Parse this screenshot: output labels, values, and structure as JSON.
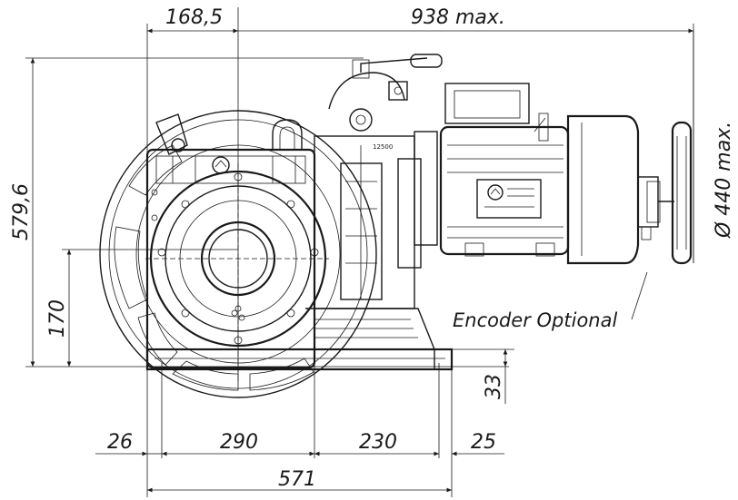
{
  "dimensions": {
    "d_168": "168,5",
    "d_938": "938 max.",
    "d_579": "579,6",
    "d_170": "170",
    "d_33": "33",
    "d_440": "Ø 440 max.",
    "d_26": "26",
    "d_290": "290",
    "d_230": "230",
    "d_25": "25",
    "d_571": "571"
  },
  "labels": {
    "encoder": "Encoder Optional",
    "nameplate": "12500"
  },
  "colors": {
    "ink": "#1a1a1a",
    "background": "#ffffff"
  }
}
